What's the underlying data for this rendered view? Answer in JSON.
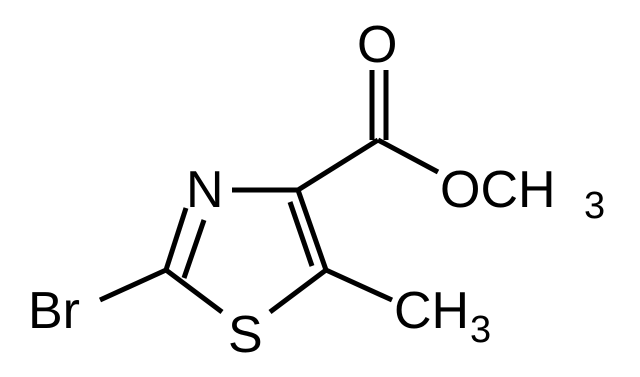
{
  "structure": {
    "atoms": {
      "oxygen_carbonyl": "O",
      "oxygen_ester": "OCH",
      "ester_methyl_subscript": "3",
      "nitrogen": "N",
      "sulfur": "S",
      "bromine": "Br",
      "ring_methyl": "CH",
      "ring_methyl_subscript": "3"
    }
  }
}
